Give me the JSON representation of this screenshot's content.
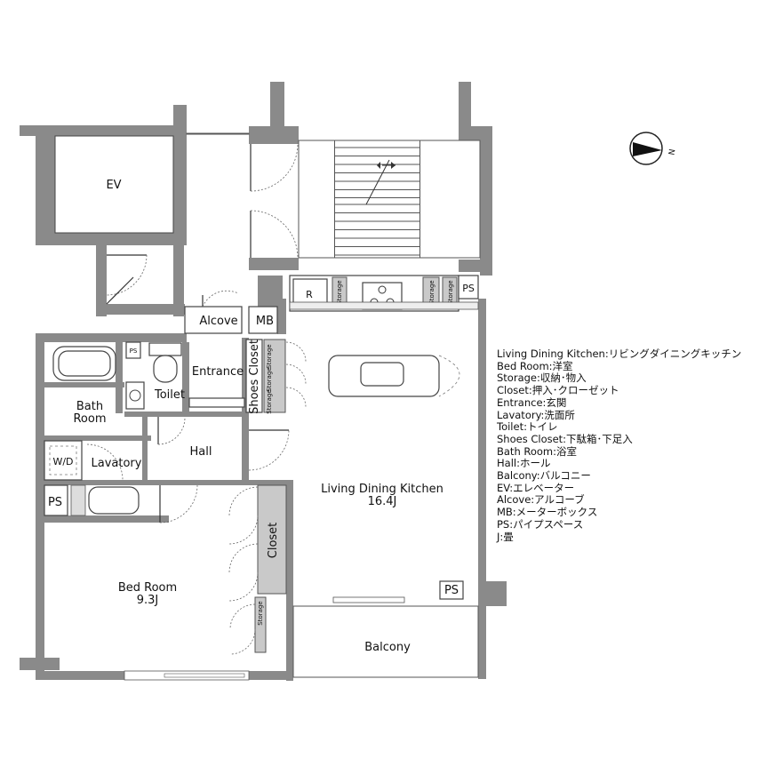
{
  "rooms": {
    "ev": "EV",
    "alcove": "Alcove",
    "mb": "MB",
    "entrance": "Entrance",
    "shoes_closet": "Shoes Closet",
    "storage": "Storage",
    "toilet": "Toilet",
    "bath_line1": "Bath",
    "bath_line2": "Room",
    "ps": "PS",
    "wd": "W/D",
    "lavatory": "Lavatory",
    "hall": "Hall",
    "ldk_name": "Living Dining Kitchen",
    "ldk_size": "16.4J",
    "bed_name": "Bed Room",
    "bed_size": "9.3J",
    "closet": "Closet",
    "balcony": "Balcony",
    "refrigerator": "R"
  },
  "compass": {
    "north_label": "N"
  },
  "legend": [
    "Living Dining Kitchen:リビングダイニングキッチン",
    "Bed Room:洋室",
    "Storage:収納･物入",
    "Closet:押入･クローゼット",
    "Entrance:玄関",
    "Lavatory:洗面所",
    "Toilet:トイレ",
    "Shoes Closet:下駄箱･下足入",
    "Bath Room:浴室",
    "Hall:ホール",
    "Balcony:バルコニー",
    "EV:エレベーター",
    "Alcove:アルコーブ",
    "MB:メーターボックス",
    "PS:パイプスペース",
    "J:畳"
  ]
}
